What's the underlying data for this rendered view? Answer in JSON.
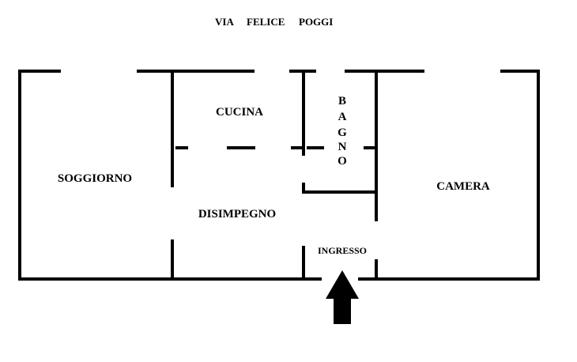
{
  "street": {
    "word1": "VIA",
    "word2": "FELICE",
    "word3": "POGGI"
  },
  "rooms": {
    "soggiorno": "SOGGIORNO",
    "cucina": "CUCINA",
    "bagno_letters": [
      "B",
      "A",
      "G",
      "N",
      "O"
    ],
    "disimpegno": "DISIMPEGNO",
    "camera": "CAMERA",
    "ingresso": "INGRESSO"
  },
  "colors": {
    "wall": "#000000",
    "background": "#ffffff"
  },
  "icons": {
    "entrance": "up-arrow-icon"
  }
}
